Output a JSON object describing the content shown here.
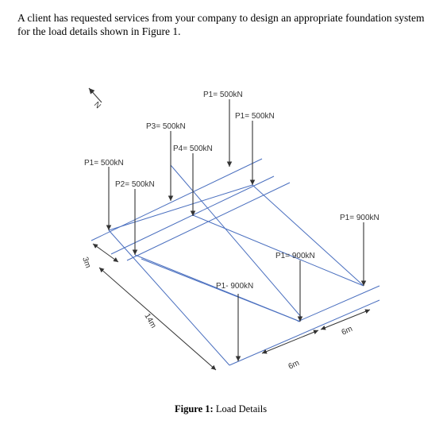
{
  "problem": {
    "line1": "A client has requested services from your company to design an appropriate foundation system",
    "line2": "for the load details shown in Figure 1."
  },
  "north": "N",
  "loads": {
    "top_a": "P1= 500kN",
    "top_b": "P1= 500kN",
    "p3": "P3= 500kN",
    "p4": "P4= 500kN",
    "left_p1": "P1= 500kN",
    "p2": "P2= 500kN",
    "right_p1": "P1= 900kN",
    "mid_p1": "P1= 900kN",
    "center_p1": "P1- 900kN"
  },
  "dimensions": {
    "d3m": "3m",
    "d14m": "14m",
    "d6m_a": "6m",
    "d6m_b": "6m"
  },
  "caption": {
    "bold": "Figure 1:",
    "rest": " Load Details"
  }
}
